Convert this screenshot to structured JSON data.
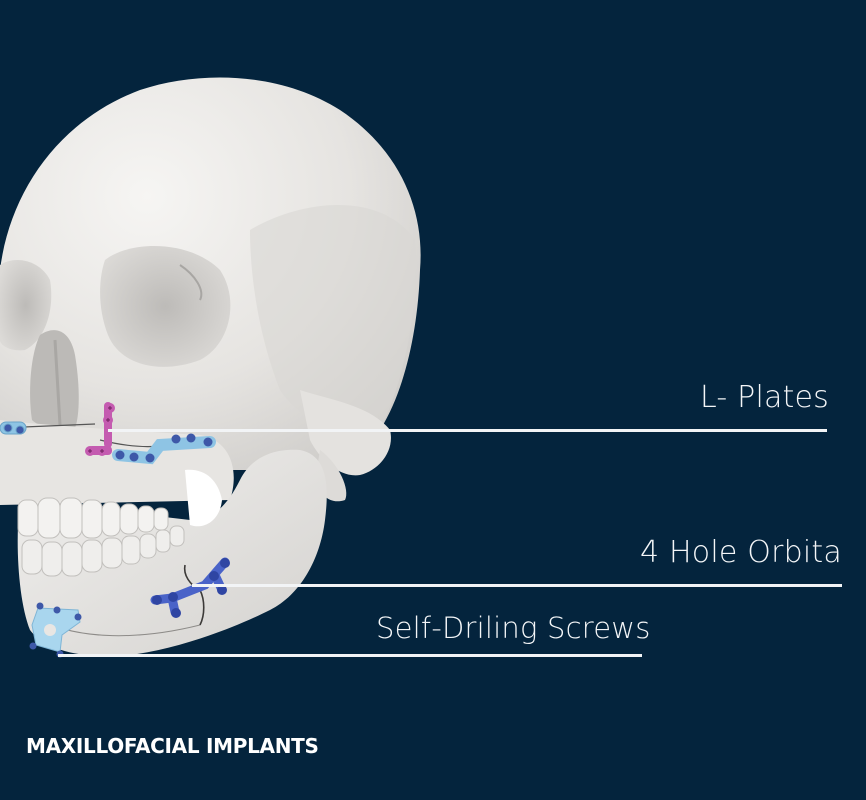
{
  "title": "MAXILLOFACIAL IMPLANTS",
  "colors": {
    "background": "#04243d",
    "bone": "#e9e7e4",
    "bone_shadow": "#c9c7c4",
    "l_plate": "#c45bb0",
    "orbital_plate": "#8ec4e4",
    "four_hole_plate": "#4a63c8",
    "chin_plate": "#a9d6ee",
    "leader_line": "#f2f4f6",
    "text": "#f4f6f8"
  },
  "callouts": [
    {
      "label": "L- Plates",
      "target": "l-plate-maxilla"
    },
    {
      "label": "4 Hole Orbita",
      "target": "four-hole-plate-mandible"
    },
    {
      "label": "Self-Driling Screws",
      "target": "chin-plate-screws"
    }
  ],
  "illustration": {
    "subject": "3D skull with maxillofacial fixation plates",
    "implants": [
      {
        "name": "L-plate",
        "color": "magenta",
        "location": "anterior maxilla"
      },
      {
        "name": "straight mini plate",
        "color": "light blue",
        "location": "maxilla / zygomatic buttress"
      },
      {
        "name": "4-hole plate",
        "color": "blue",
        "location": "mandible body fracture"
      },
      {
        "name": "chin plate",
        "color": "pale blue",
        "location": "mandibular symphysis"
      }
    ]
  }
}
